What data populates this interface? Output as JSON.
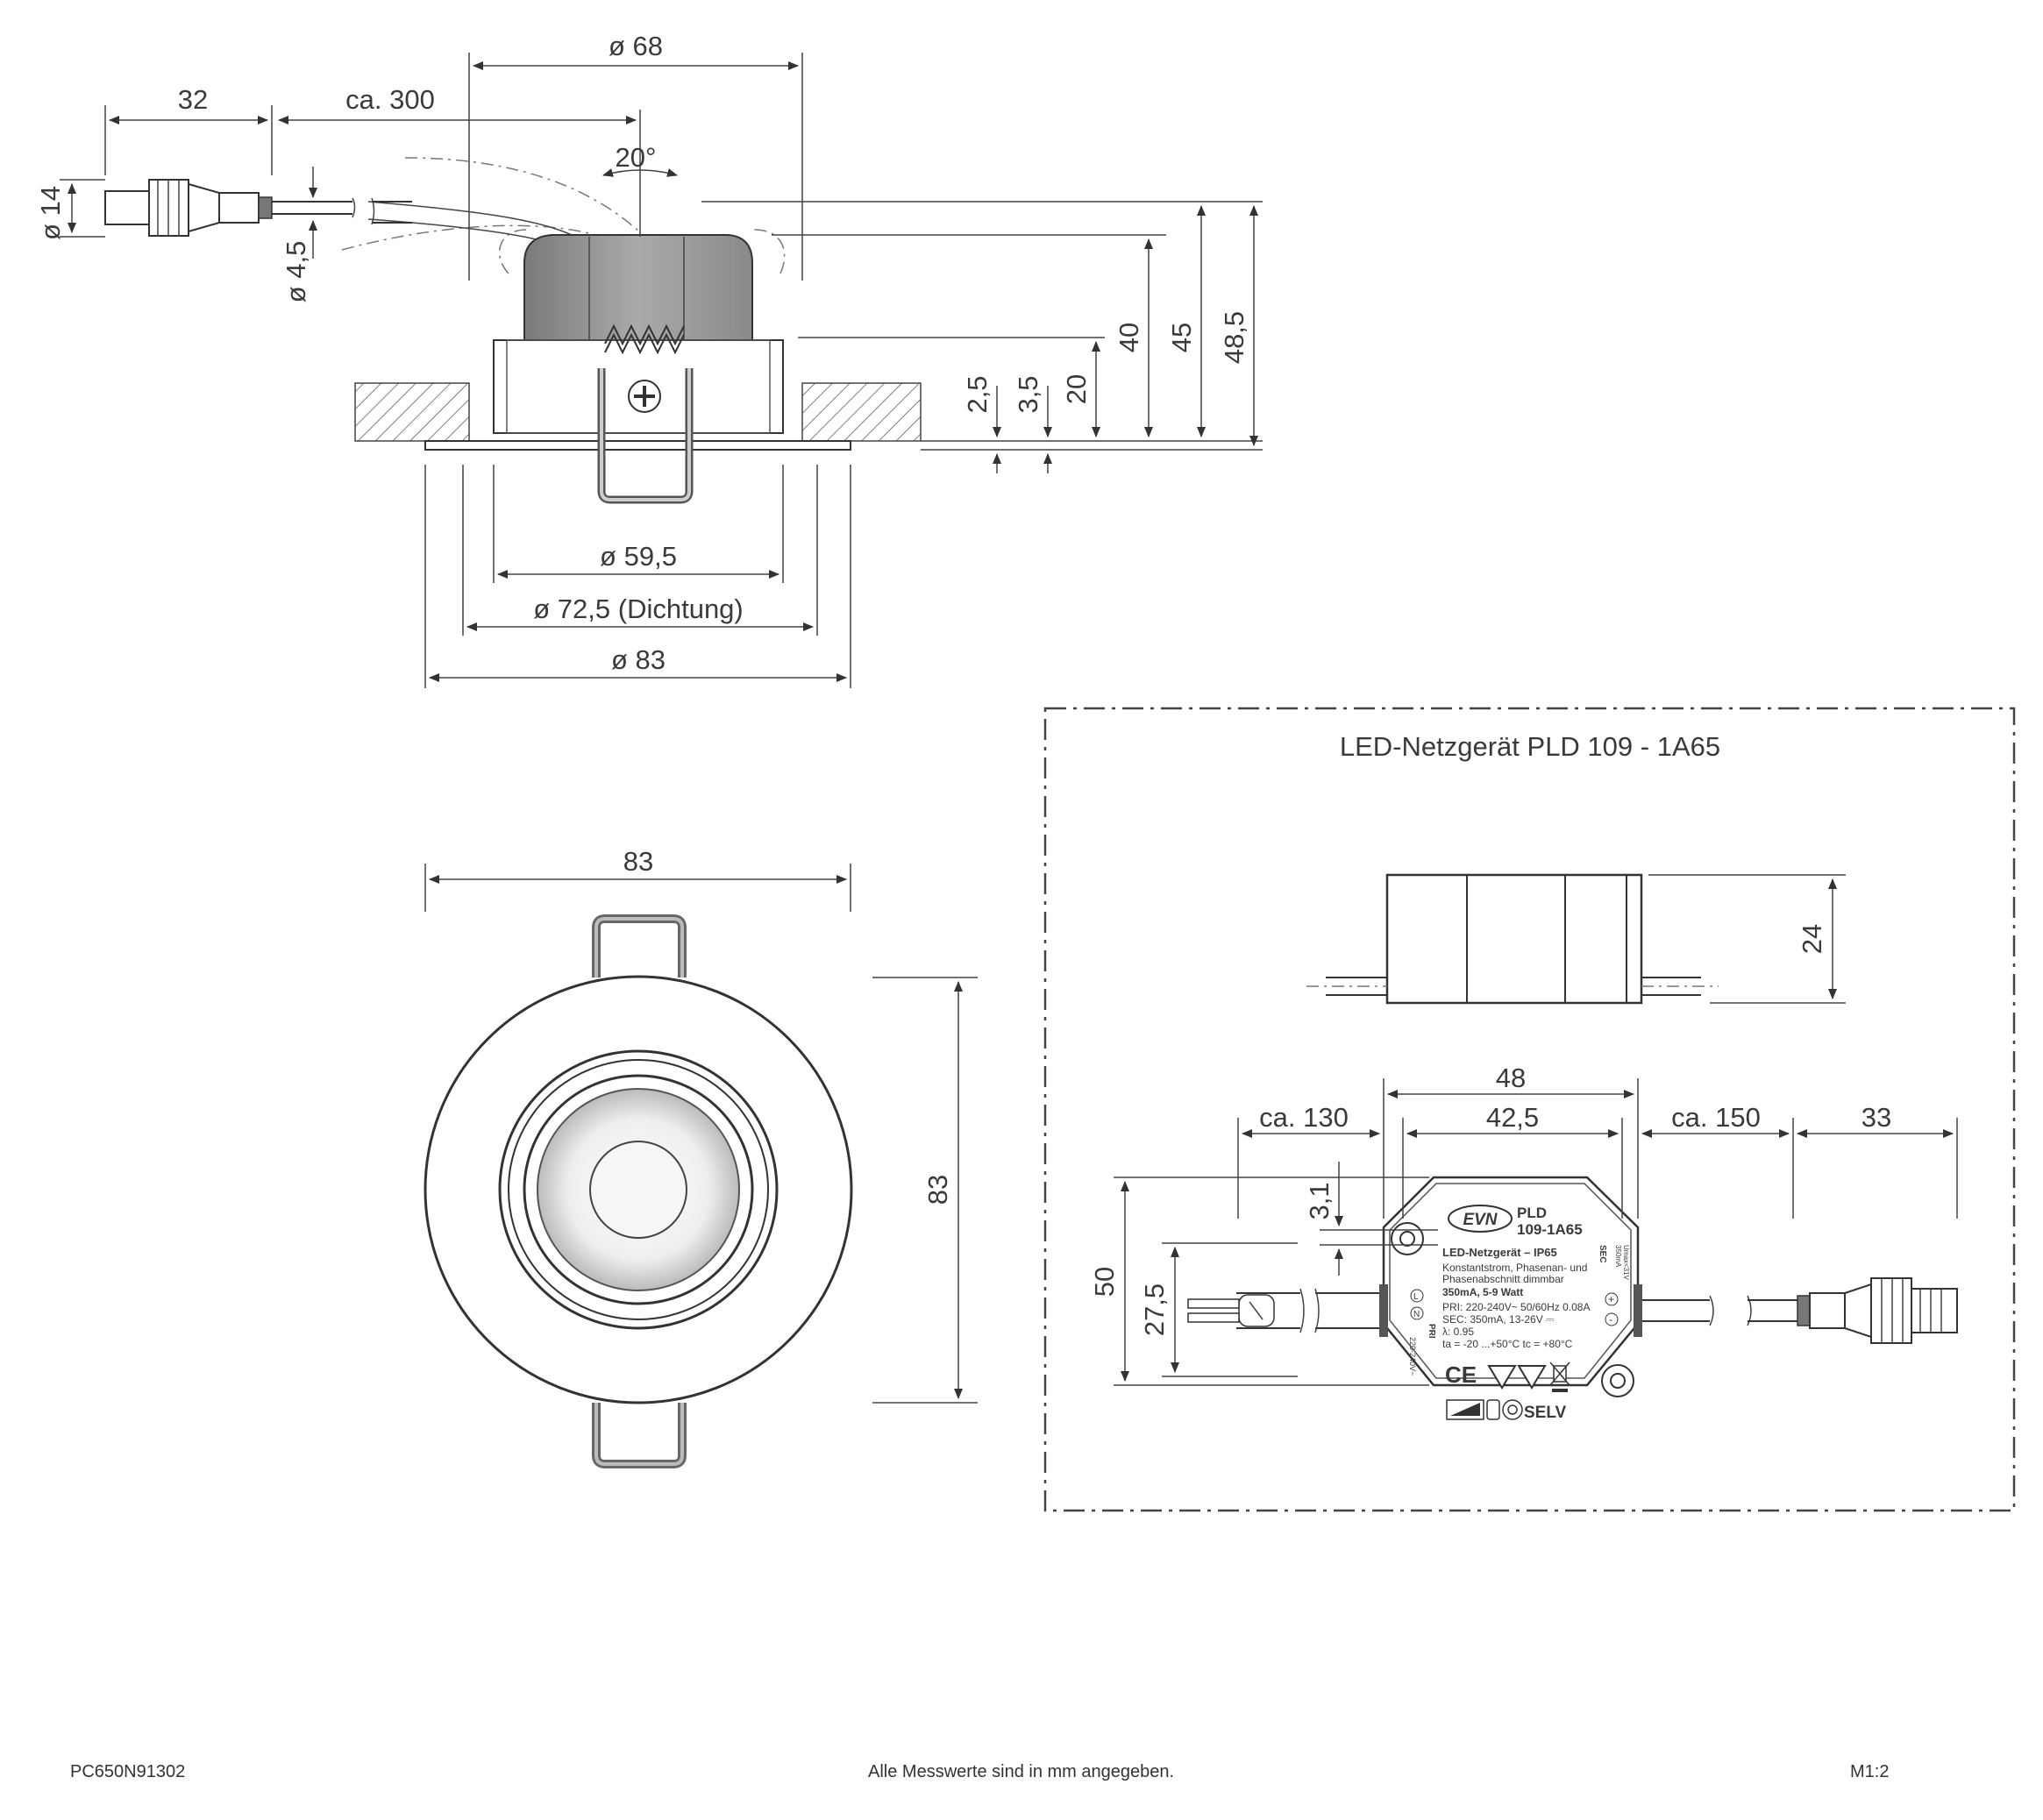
{
  "side_view": {
    "dia_68": "ø 68",
    "len_32": "32",
    "len_ca300": "ca. 300",
    "angle_20": "20°",
    "dia_14": "ø 14",
    "dia_4_5": "ø 4,5",
    "h_2_5": "2,5",
    "h_3_5": "3,5",
    "h_20": "20",
    "h_40": "40",
    "h_45": "45",
    "h_48_5": "48,5",
    "dia_59_5": "ø 59,5",
    "dia_72_5": "ø 72,5 (Dichtung)",
    "dia_83": "ø 83"
  },
  "top_view": {
    "width_83": "83",
    "height_83": "83"
  },
  "driver": {
    "title": "LED-Netzgerät PLD 109 - 1A65",
    "h_24": "24",
    "w_48": "48",
    "w_42_5": "42,5",
    "cable_ca130": "ca. 130",
    "cable_ca150": "ca. 150",
    "plug_33": "33",
    "h_3_1": "3,1",
    "h_50": "50",
    "h_27_5": "27,5",
    "label": {
      "brand": "EVN",
      "model_1": "PLD",
      "model_2": "109-1A65",
      "headline": "LED-Netzgerät  –  IP65",
      "line_1": "Konstantstrom, Phasenan- und",
      "line_2": "Phasenabschnitt dimmbar",
      "line_3": "350mA, 5-9 Watt",
      "line_4": "PRI: 220-240V~  50/60Hz 0.08A",
      "line_5": "SEC: 350mA, 13-26V ⎓",
      "line_6": "λ: 0.95",
      "line_7": "ta = -20 ...+50°C  tc = +80°C",
      "pri_tag": "PRI",
      "pri_volt": "220-240V~",
      "sec_tag": "SEC",
      "sec_val_1": "350mA",
      "sec_val_2": "Umax<31V",
      "sym_l": "L",
      "sym_n": "N",
      "sym_plus": "+",
      "sym_minus": "-",
      "mark_ce": "CE",
      "mark_selv": "SELV"
    }
  },
  "footer": {
    "code": "PC650N91302",
    "note": "Alle Messwerte sind in mm angegeben.",
    "scale": "M1:2"
  }
}
